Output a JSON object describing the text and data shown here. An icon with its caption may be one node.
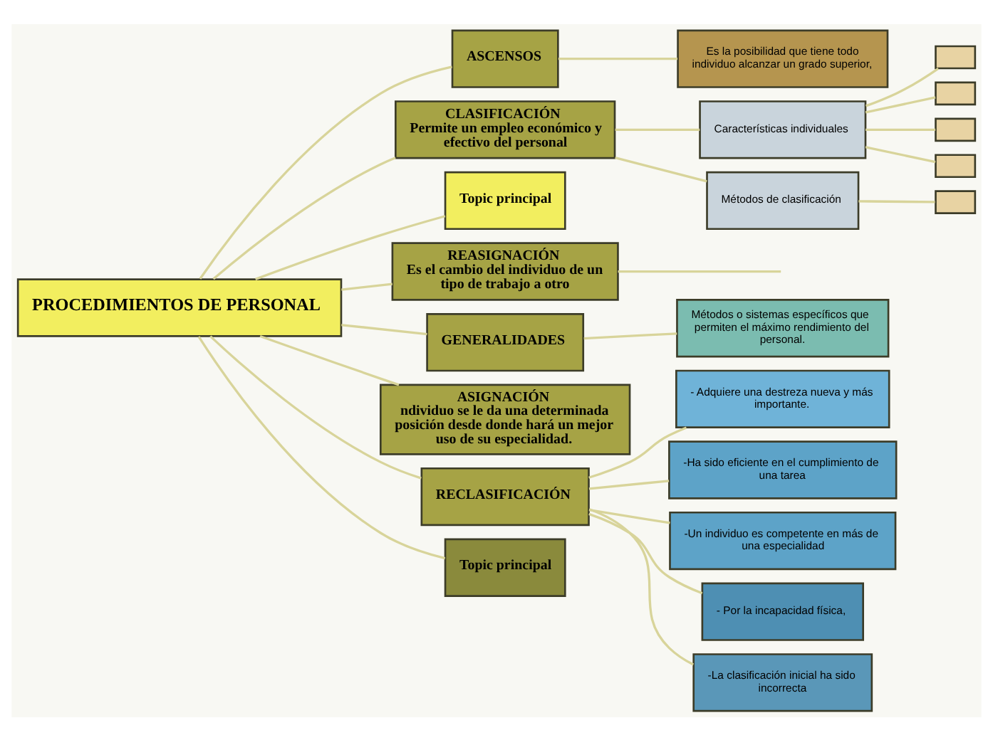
{
  "diagram": {
    "nodes": [
      {
        "text": [
          "PROCEDIMIENTOS DE PERSONAL"
        ]
      },
      {
        "text": [
          "ASCENSOS"
        ]
      },
      {
        "text": [
          "Es la posibilidad que tiene todo individuo alcanzar un grado superior,"
        ]
      },
      {
        "text": [
          "CLASIFICACIÓN",
          "Permite un empleo económico y efectivo del personal"
        ]
      },
      {
        "text": [
          "Características individuales"
        ]
      },
      {
        "text": [],
        "shape": "box"
      },
      {
        "text": [],
        "shape": "box"
      },
      {
        "text": [],
        "shape": "box"
      },
      {
        "text": [],
        "shape": "box"
      },
      {
        "text": [
          "Métodos de clasificación"
        ]
      },
      {
        "text": [],
        "shape": "box"
      },
      {
        "text": [
          "Topic principal"
        ]
      },
      {
        "text": [
          "REASIGNACIÓN",
          "Es el cambio del individuo de un tipo de trabajo a otro"
        ]
      },
      {
        "text": [
          "GENERALIDADES"
        ]
      },
      {
        "text": [
          "Métodos o sistemas específicos que permiten el máximo rendimiento del personal."
        ]
      },
      {
        "text": [
          "ASIGNACIÓN",
          "ndividuo se le da una determinada posición desde donde hará un mejor uso de su especialidad."
        ]
      },
      {
        "text": [
          "RECLASIFICACIÓN"
        ]
      },
      {
        "text": [
          "- Adquiere una destreza nueva y más importante."
        ]
      },
      {
        "text": [
          "-Ha sido eficiente en el cumplimiento de una tarea"
        ]
      },
      {
        "text": [
          "-Un individuo es competente en más de una especialidad"
        ]
      },
      {
        "text": [
          "- Por la incapacidad física,"
        ]
      },
      {
        "text": [
          "-La clasificación inicial ha sido incorrecta"
        ]
      },
      {
        "text": [
          "Topic principal"
        ]
      }
    ],
    "edges": [
      {
        "from": 0,
        "to": 1,
        "arrow": "none"
      },
      {
        "from": 1,
        "to": 2,
        "arrow": "none"
      },
      {
        "from": 0,
        "to": 3,
        "arrow": "none"
      },
      {
        "from": 3,
        "to": 4,
        "arrow": "none"
      },
      {
        "from": 4,
        "to": 5,
        "arrow": "none"
      },
      {
        "from": 4,
        "to": 6,
        "arrow": "none"
      },
      {
        "from": 4,
        "to": 7,
        "arrow": "none"
      },
      {
        "from": 4,
        "to": 8,
        "arrow": "none"
      },
      {
        "from": 3,
        "to": 9,
        "arrow": "none"
      },
      {
        "from": 9,
        "to": 10,
        "arrow": "none"
      },
      {
        "from": 0,
        "to": 11,
        "arrow": "none"
      },
      {
        "from": 0,
        "to": 12,
        "arrow": "none"
      },
      {
        "from": 12,
        "to": null,
        "arrow": "none"
      },
      {
        "from": 0,
        "to": 13,
        "arrow": "none"
      },
      {
        "from": 13,
        "to": 14,
        "arrow": "none"
      },
      {
        "from": 0,
        "to": 15,
        "arrow": "none"
      },
      {
        "from": 0,
        "to": 16,
        "arrow": "none"
      },
      {
        "from": 16,
        "to": 17,
        "arrow": "none"
      },
      {
        "from": 16,
        "to": 18,
        "arrow": "none"
      },
      {
        "from": 16,
        "to": 19,
        "arrow": "none"
      },
      {
        "from": 16,
        "to": 20,
        "arrow": "none"
      },
      {
        "from": 16,
        "to": 21,
        "arrow": "none"
      },
      {
        "from": 0,
        "to": 22,
        "arrow": "none"
      }
    ]
  }
}
